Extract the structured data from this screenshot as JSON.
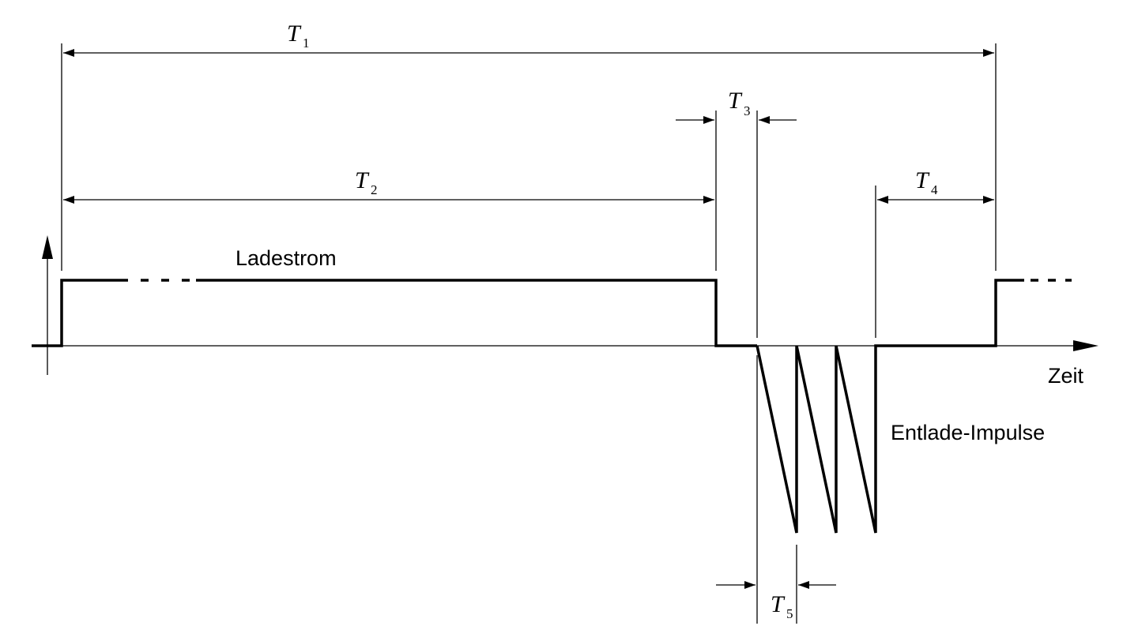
{
  "labels": {
    "charge_current": "Ladestrom",
    "discharge_pulses": "Entlade-Impulse",
    "time_axis": "Zeit"
  },
  "intervals": [
    {
      "symbol": "T",
      "index": "1"
    },
    {
      "symbol": "T",
      "index": "2"
    },
    {
      "symbol": "T",
      "index": "3"
    },
    {
      "symbol": "T",
      "index": "4"
    },
    {
      "symbol": "T",
      "index": "5"
    }
  ],
  "gap_marks": {
    "main": "· · ·",
    "continuation": "· · ·"
  },
  "discharge_pulse_count": 3
}
